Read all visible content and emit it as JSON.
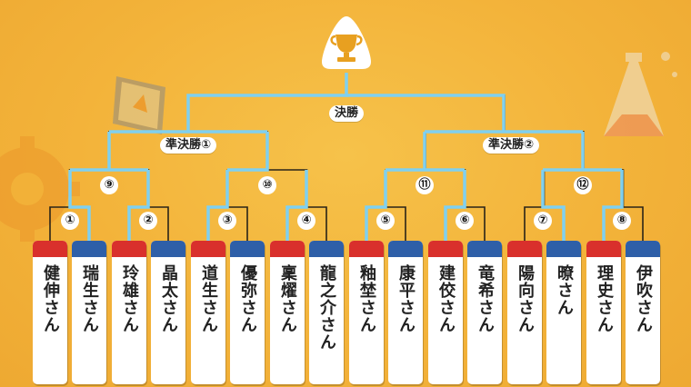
{
  "final_label": "決勝",
  "semi_labels": [
    "準決勝①",
    "準決勝②"
  ],
  "match_numbers": [
    "①",
    "②",
    "③",
    "④",
    "⑤",
    "⑥",
    "⑦",
    "⑧",
    "⑨",
    "⑩",
    "⑪",
    "⑫"
  ],
  "players": [
    {
      "name": "健伸さん",
      "cap": "red"
    },
    {
      "name": "瑞生さん",
      "cap": "blue"
    },
    {
      "name": "玲雄さん",
      "cap": "red"
    },
    {
      "name": "晶太さん",
      "cap": "blue"
    },
    {
      "name": "道生さん",
      "cap": "red"
    },
    {
      "name": "優弥さん",
      "cap": "blue"
    },
    {
      "name": "稟燿さん",
      "cap": "red"
    },
    {
      "name": "龍之介さん",
      "cap": "blue"
    },
    {
      "name": "釉埜さん",
      "cap": "red"
    },
    {
      "name": "康平さん",
      "cap": "blue"
    },
    {
      "name": "建佼さん",
      "cap": "red"
    },
    {
      "name": "竜希さん",
      "cap": "blue"
    },
    {
      "name": "陽向さん",
      "cap": "red"
    },
    {
      "name": "暸さん",
      "cap": "blue"
    },
    {
      "name": "理史さん",
      "cap": "red"
    },
    {
      "name": "伊吹さん",
      "cap": "blue"
    }
  ],
  "colors": {
    "background": "#f3b33a",
    "bracket_line": "#2a2418",
    "winner_path": "#7fd0f0",
    "cap_red": "#d9302c",
    "cap_blue": "#2e5fa8",
    "trophy": "#e8a020"
  },
  "winner_path_description_icon": "trophy-icon"
}
